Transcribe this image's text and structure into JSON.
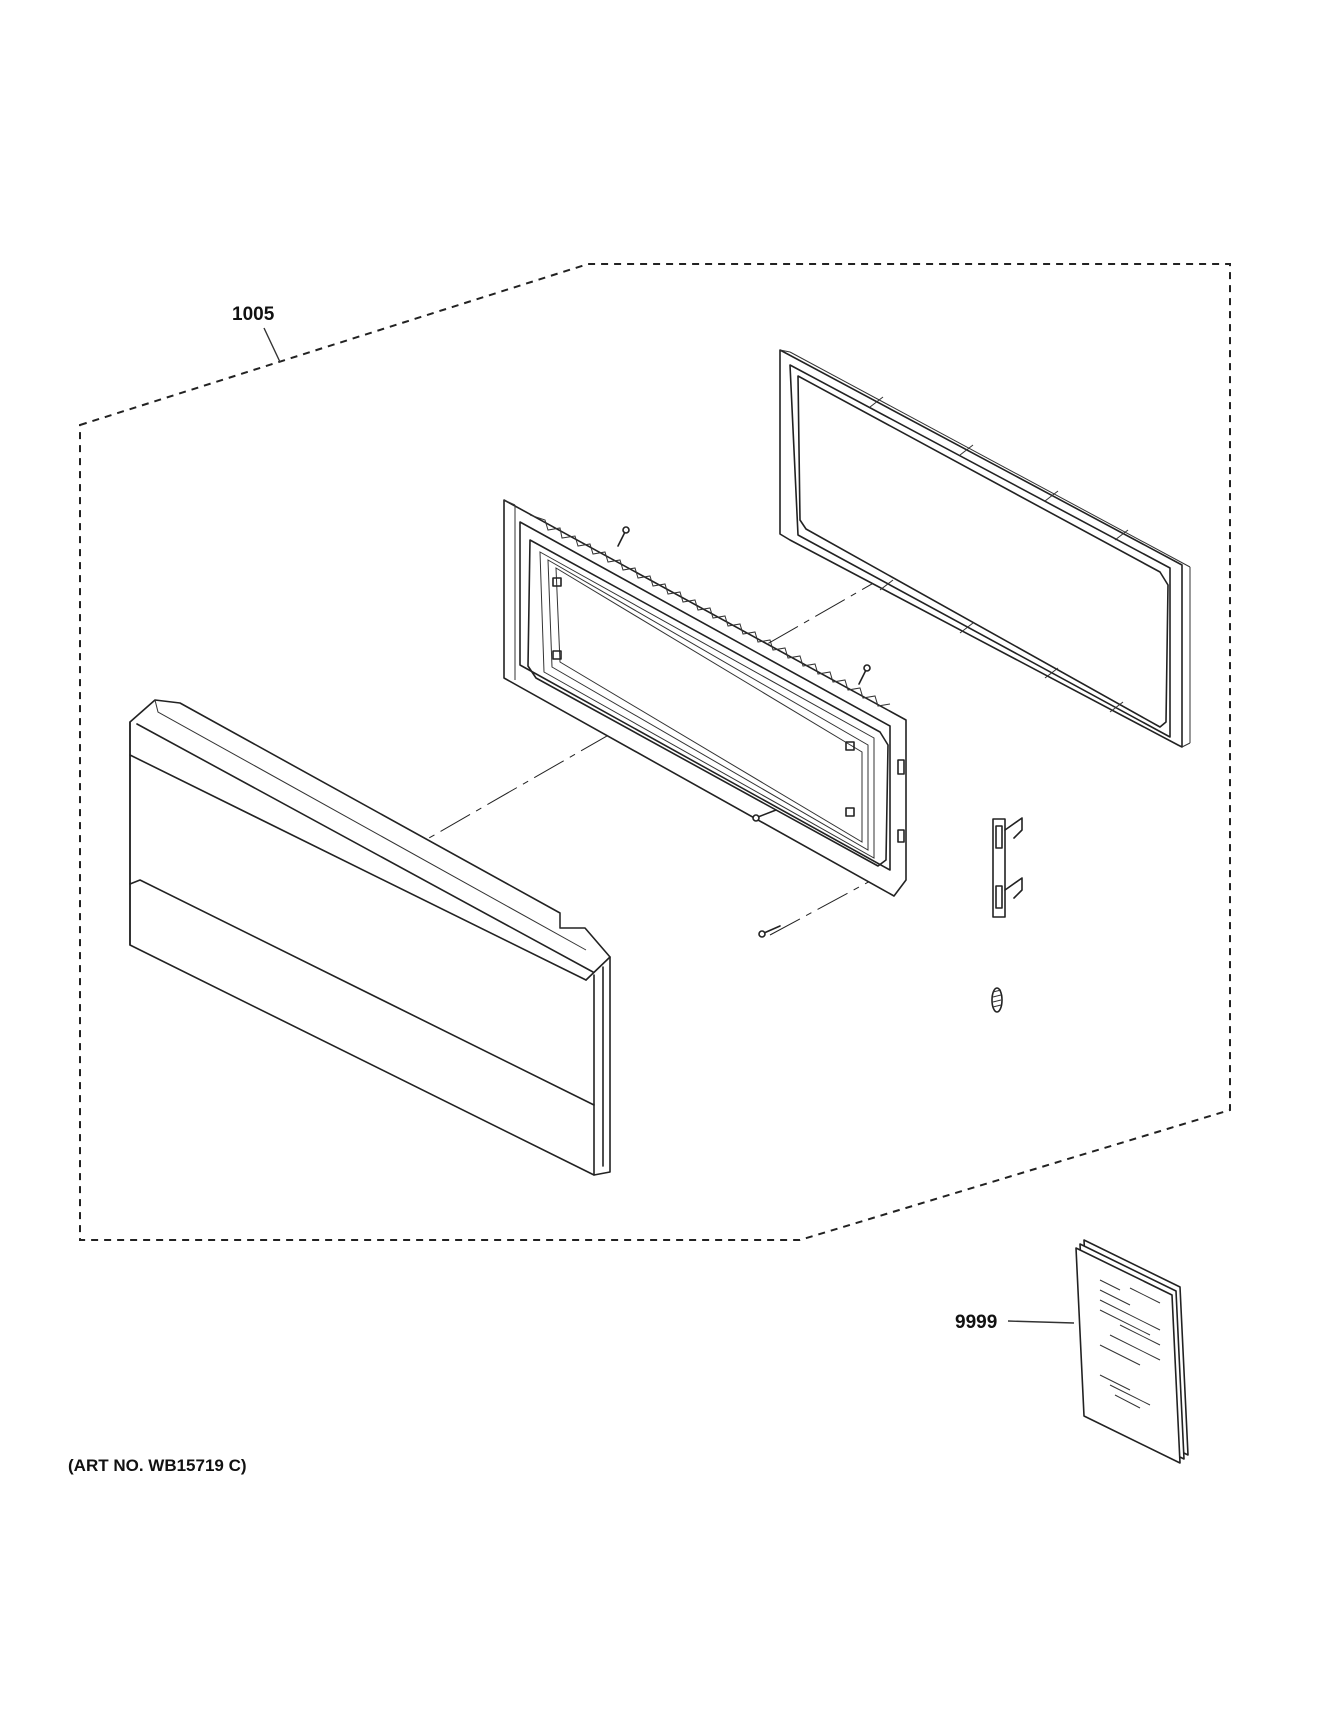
{
  "callouts": {
    "assembly": "1005",
    "manual": "9999"
  },
  "art_number": "(ART NO. WB15719 C)"
}
